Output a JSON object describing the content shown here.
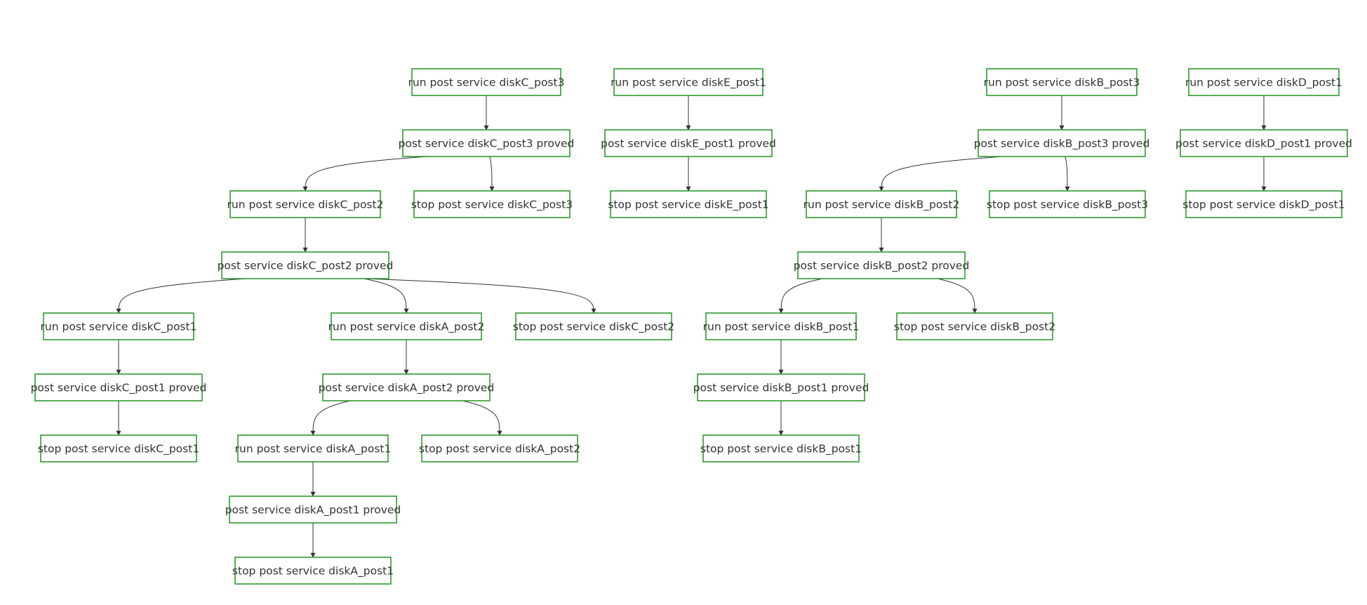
{
  "diagram": {
    "nodes": [
      {
        "id": "runC3",
        "label": "run post service diskC_post3"
      },
      {
        "id": "provC3",
        "label": "post service diskC_post3 proved"
      },
      {
        "id": "runC2",
        "label": "run post service diskC_post2"
      },
      {
        "id": "stopC3",
        "label": "stop post service diskC_post3"
      },
      {
        "id": "provC2",
        "label": "post service diskC_post2 proved"
      },
      {
        "id": "runC1",
        "label": "run post service diskC_post1"
      },
      {
        "id": "runA2",
        "label": "run post service diskA_post2"
      },
      {
        "id": "stopC2",
        "label": "stop post service diskC_post2"
      },
      {
        "id": "provC1",
        "label": "post service diskC_post1 proved"
      },
      {
        "id": "stopC1",
        "label": "stop post service diskC_post1"
      },
      {
        "id": "provA2",
        "label": "post service diskA_post2 proved"
      },
      {
        "id": "runA1",
        "label": "run post service diskA_post1"
      },
      {
        "id": "stopA2",
        "label": "stop post service diskA_post2"
      },
      {
        "id": "provA1",
        "label": "post service diskA_post1 proved"
      },
      {
        "id": "stopA1",
        "label": "stop post service diskA_post1"
      },
      {
        "id": "runE1",
        "label": "run post service diskE_post1"
      },
      {
        "id": "provE1",
        "label": "post service diskE_post1 proved"
      },
      {
        "id": "stopE1",
        "label": "stop post service diskE_post1"
      },
      {
        "id": "runB3",
        "label": "run post service diskB_post3"
      },
      {
        "id": "provB3",
        "label": "post service diskB_post3 proved"
      },
      {
        "id": "runB2",
        "label": "run post service diskB_post2"
      },
      {
        "id": "stopB3",
        "label": "stop post service diskB_post3"
      },
      {
        "id": "provB2",
        "label": "post service diskB_post2 proved"
      },
      {
        "id": "runB1",
        "label": "run post service diskB_post1"
      },
      {
        "id": "stopB2",
        "label": "stop post service diskB_post2"
      },
      {
        "id": "provB1",
        "label": "post service diskB_post1 proved"
      },
      {
        "id": "stopB1",
        "label": "stop post service diskB_post1"
      },
      {
        "id": "runD1",
        "label": "run post service diskD_post1"
      },
      {
        "id": "provD1",
        "label": "post service diskD_post1 proved"
      },
      {
        "id": "stopD1",
        "label": "stop post service diskD_post1"
      }
    ],
    "edges": [
      [
        "runC3",
        "provC3"
      ],
      [
        "provC3",
        "runC2"
      ],
      [
        "provC3",
        "stopC3"
      ],
      [
        "runC2",
        "provC2"
      ],
      [
        "provC2",
        "runC1"
      ],
      [
        "provC2",
        "runA2"
      ],
      [
        "provC2",
        "stopC2"
      ],
      [
        "runC1",
        "provC1"
      ],
      [
        "provC1",
        "stopC1"
      ],
      [
        "runA2",
        "provA2"
      ],
      [
        "provA2",
        "runA1"
      ],
      [
        "provA2",
        "stopA2"
      ],
      [
        "runA1",
        "provA1"
      ],
      [
        "provA1",
        "stopA1"
      ],
      [
        "runE1",
        "provE1"
      ],
      [
        "provE1",
        "stopE1"
      ],
      [
        "runB3",
        "provB3"
      ],
      [
        "provB3",
        "runB2"
      ],
      [
        "provB3",
        "stopB3"
      ],
      [
        "runB2",
        "provB2"
      ],
      [
        "provB2",
        "runB1"
      ],
      [
        "provB2",
        "stopB2"
      ],
      [
        "runB1",
        "provB1"
      ],
      [
        "provB1",
        "stopB1"
      ],
      [
        "runD1",
        "provD1"
      ],
      [
        "provD1",
        "stopD1"
      ]
    ]
  },
  "colors": {
    "node_border": "#2e9b2e",
    "node_fill": "#ffffff",
    "edge": "#333333",
    "text": "#333333"
  }
}
